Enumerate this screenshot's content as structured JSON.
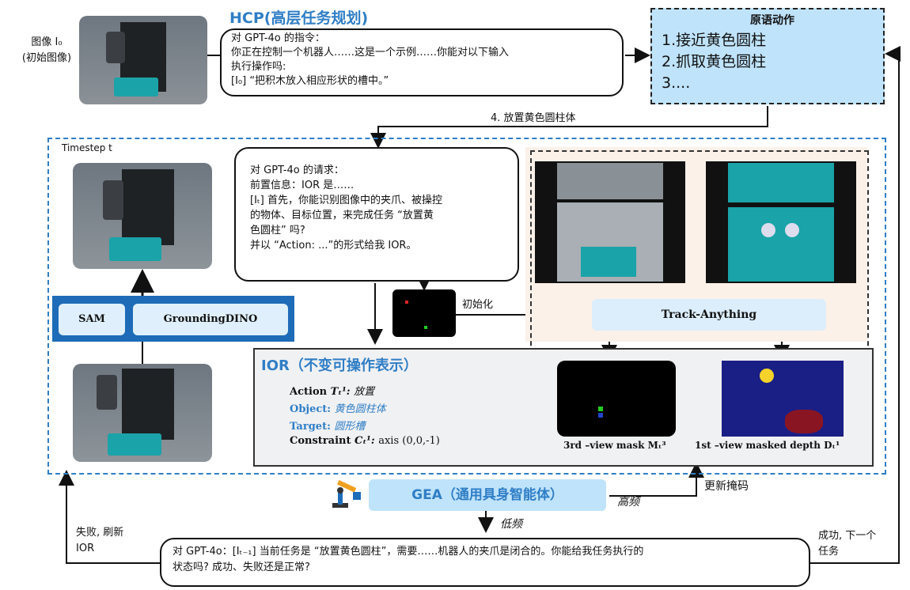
{
  "hcp": {
    "title": "HCP(高层任务规划)"
  },
  "image_label": {
    "line1": "图像 I₀",
    "line2": "(初始图像)"
  },
  "gpt_instruction": {
    "line1": "对 GPT-4o 的指令：",
    "line2": "你正在控制一个机器人……这是一个示例……你能对以下输入",
    "line3": "执行操作吗:",
    "line4": "[I₀] “把积木放入相应形状的槽中。”"
  },
  "primitives": {
    "title": "原语动作",
    "item1": "1.接近黄色圆柱",
    "item2": "2.抓取黄色圆柱",
    "item3": "3...."
  },
  "step4_label": "4. 放置黄色圆柱体",
  "timestep_label": "Timestep t",
  "gpt_request": {
    "line1": "对 GPT-4o 的请求：",
    "line2": "前置信息：IOR 是……",
    "line3": "[Iₜ] 首先，你能识别图像中的夹爪、被操控",
    "line4": "的物体、目标位置，来完成任务 “放置黄",
    "line5": "色圆柱” 吗?",
    "line6": "并以 “Action: ...”的形式给我 IOR。"
  },
  "sam_label": "SAM",
  "grounding_label": "GroundingDINO",
  "init_label": "初始化",
  "track_label": "Track-Anything",
  "ior": {
    "title": "IOR（不变可操作表示）",
    "action_key": "Action",
    "action_sym": "Tₜ¹:",
    "action_val": "放置",
    "object_key": "Object:",
    "object_val": "黄色圆柱体",
    "target_key": "Target:",
    "target_val": "圆形槽",
    "constraint_key": "Constraint",
    "constraint_sym": "Cₜ¹:",
    "constraint_val": "axis (0,0,-1)"
  },
  "mask3_label": "3rd –view mask Mₜ³",
  "depth1_label": "1st –view masked depth Dₜ¹",
  "gea_label": "GEA（通用具身智能体）",
  "update_mask_label": "更新掩码",
  "high_freq_label": "高频",
  "low_freq_label": "低频",
  "fail_label": {
    "line1": "失败, 刷新",
    "line2": "IOR"
  },
  "success_label": {
    "line1": "成功, 下一个",
    "line2": "任务"
  },
  "status_query": {
    "line1": "对 GPT-4o：[Iₜ₋₁] 当前任务是 “放置黄色圆柱”，需要……机器人的夹爪是闭合的。你能给我任务执行的",
    "line2": "状态吗? 成功、失败还是正常?"
  },
  "colors": {
    "blue_accent": "#2f7ec6",
    "primitive_bg": "#bfe3fb",
    "track_bg": "#dceefb",
    "teal": "#1aa3a8",
    "ior_gray": "#f0f1f3"
  }
}
